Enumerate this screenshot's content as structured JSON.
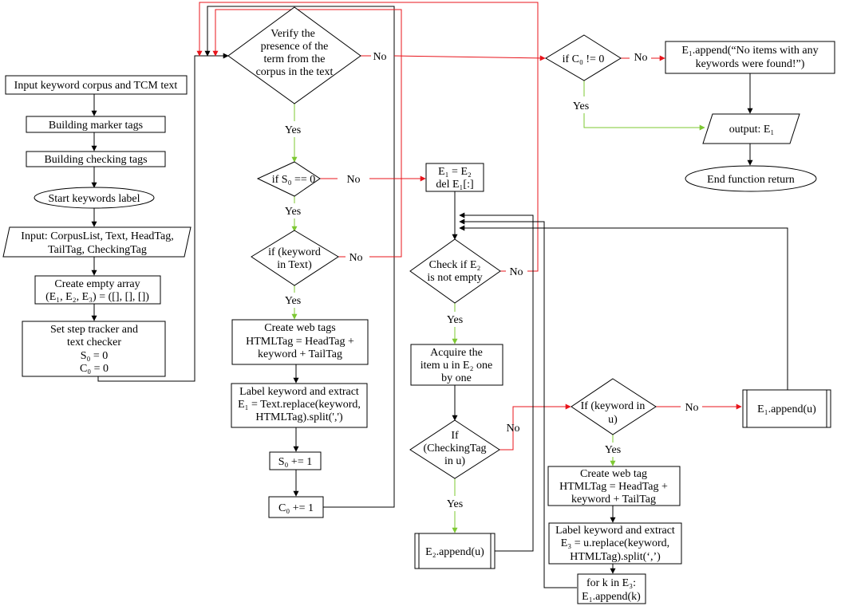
{
  "colors": {
    "no_arrow": "#e8141b",
    "yes_arrow": "#7dc832",
    "stroke": "#000000"
  },
  "nodes": {
    "input_corpus": "Input keyword corpus and TCM text",
    "marker_tags": "Building marker tags",
    "checking_tags": "Building checking tags",
    "start_label": "Start keywords label",
    "input_params": [
      "Input: CorpusList, Text, HeadTag,",
      "TailTag, CheckingTag"
    ],
    "create_array": [
      "Create empty array",
      "(E₁, E₂, E₃) = ([], [], [])"
    ],
    "step_tracker": [
      "Set step tracker and",
      "text checker",
      "S₀ = 0",
      "C₀ = 0"
    ],
    "verify_term": [
      "Verify the",
      "presence of the",
      "term from the",
      "corpus in the text"
    ],
    "if_s0": "if S₀ == 0",
    "if_keyword_text": [
      "if (keyword",
      "in Text)"
    ],
    "create_web_tags": [
      "Create web tags",
      "HTMLTag = HeadTag +",
      "keyword + TailTag"
    ],
    "label_extract_1": [
      "Label keyword and extract",
      "E₁ = Text.replace(keyword,",
      "HTMLTag).split(',')"
    ],
    "s0_inc": "S₀ += 1",
    "c0_inc": "C₀ += 1",
    "e1_eq_e2": [
      "E₁ = E₂",
      "del E₁[:]"
    ],
    "check_e2": [
      "Check if E₂",
      "is not empty"
    ],
    "acquire_item": [
      "Acquire the",
      "item u in E₂ one",
      "by one"
    ],
    "if_checking_tag": [
      "If",
      "(CheckingTag",
      "in u)"
    ],
    "e2_append": "E₂.append(u)",
    "if_c0": "if C₀ != 0",
    "e1_append_msg": [
      "E₁.append(“No items with any",
      "keywords were found!”)"
    ],
    "output": "output: E₁",
    "end": "End function return",
    "if_keyword_u": [
      "If (keyword in",
      "u)"
    ],
    "e1_append_u": "E₁.append(u)",
    "create_web_tag_2": [
      "Create web tag",
      "HTMLTag = HeadTag +",
      "keyword + TailTag"
    ],
    "label_extract_2": [
      "Label keyword and extract",
      "E₃ = u.replace(keyword,",
      "HTMLTag).split(‘,’)"
    ],
    "for_k": [
      "for k in E₃:",
      "E₁.append(k)"
    ]
  },
  "edge_labels": {
    "yes": "Yes",
    "no": "No"
  }
}
